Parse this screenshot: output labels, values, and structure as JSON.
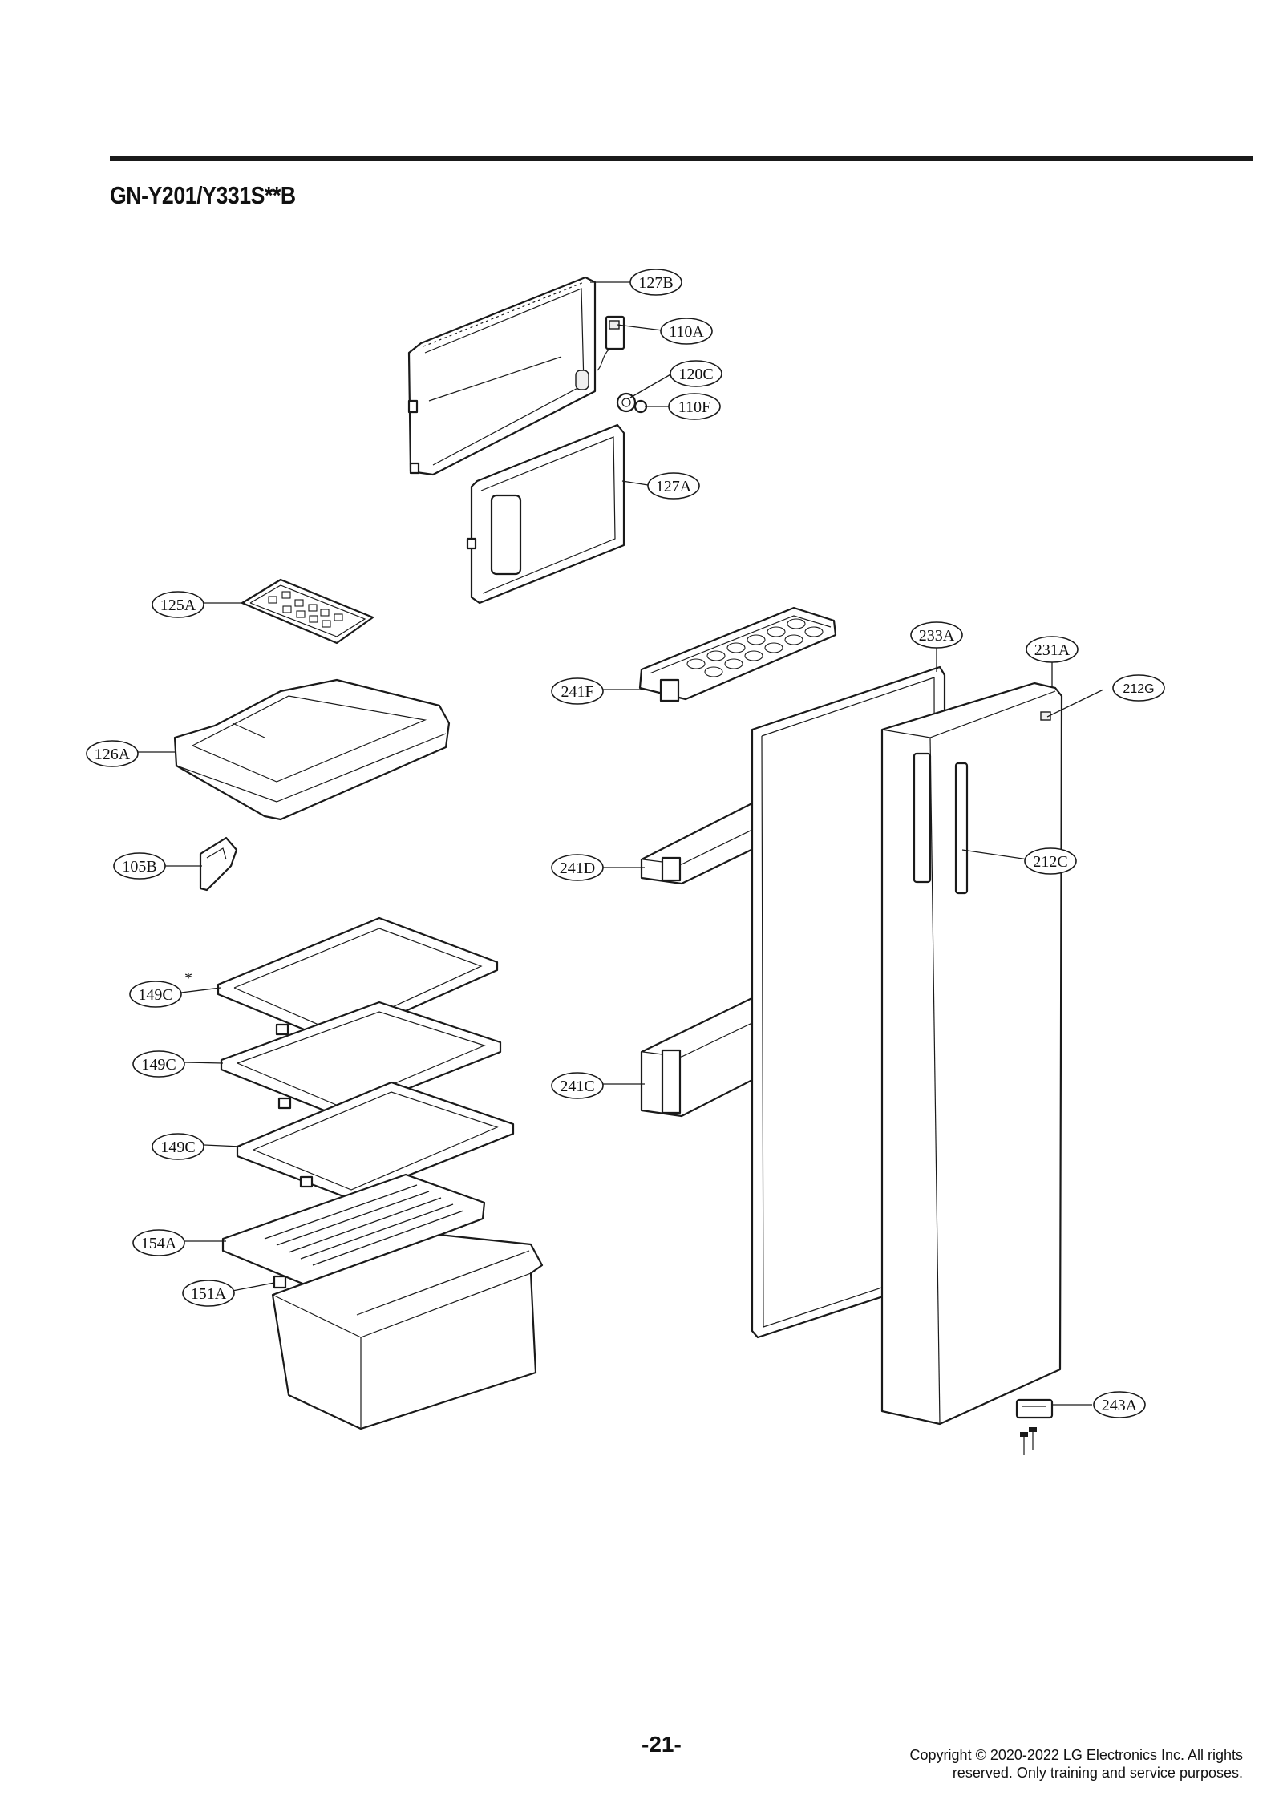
{
  "header": {
    "model": "GN-Y201/Y331S**B"
  },
  "callouts": {
    "p127B": "127B",
    "p110A": "110A",
    "p120C": "120C",
    "p110F": "110F",
    "p127A": "127A",
    "p125A": "125A",
    "p126A": "126A",
    "p105B": "105B",
    "p149C_1": "149C",
    "p149C_2": "149C",
    "p149C_3": "149C",
    "p154A": "154A",
    "p151A": "151A",
    "p241F": "241F",
    "p241D": "241D",
    "p241C": "241C",
    "p233A": "233A",
    "p231A": "231A",
    "p212G": "212G",
    "p212C": "212C",
    "p243A": "243A"
  },
  "asterisk": "*",
  "footer": {
    "page_number": "-21-",
    "copyright_line1": "Copyright © 2020-2022 LG Electronics Inc. All rights",
    "copyright_line2": "reserved. Only training and service purposes."
  }
}
